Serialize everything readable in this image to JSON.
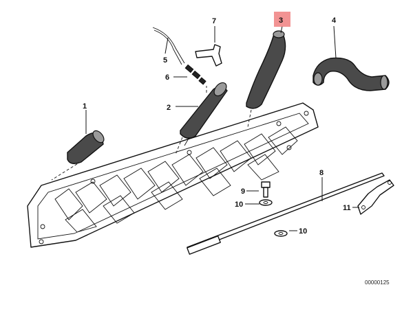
{
  "diagram": {
    "callouts": {
      "c1": "1",
      "c2": "2",
      "c3": "3",
      "c4": "4",
      "c5": "5",
      "c6": "6",
      "c7": "7",
      "c8": "8",
      "c9": "9",
      "c10a": "10",
      "c10b": "10",
      "c11": "11"
    },
    "highlighted_callout": "3",
    "highlight_color": "#f08080",
    "catalog_number": "00000125"
  }
}
